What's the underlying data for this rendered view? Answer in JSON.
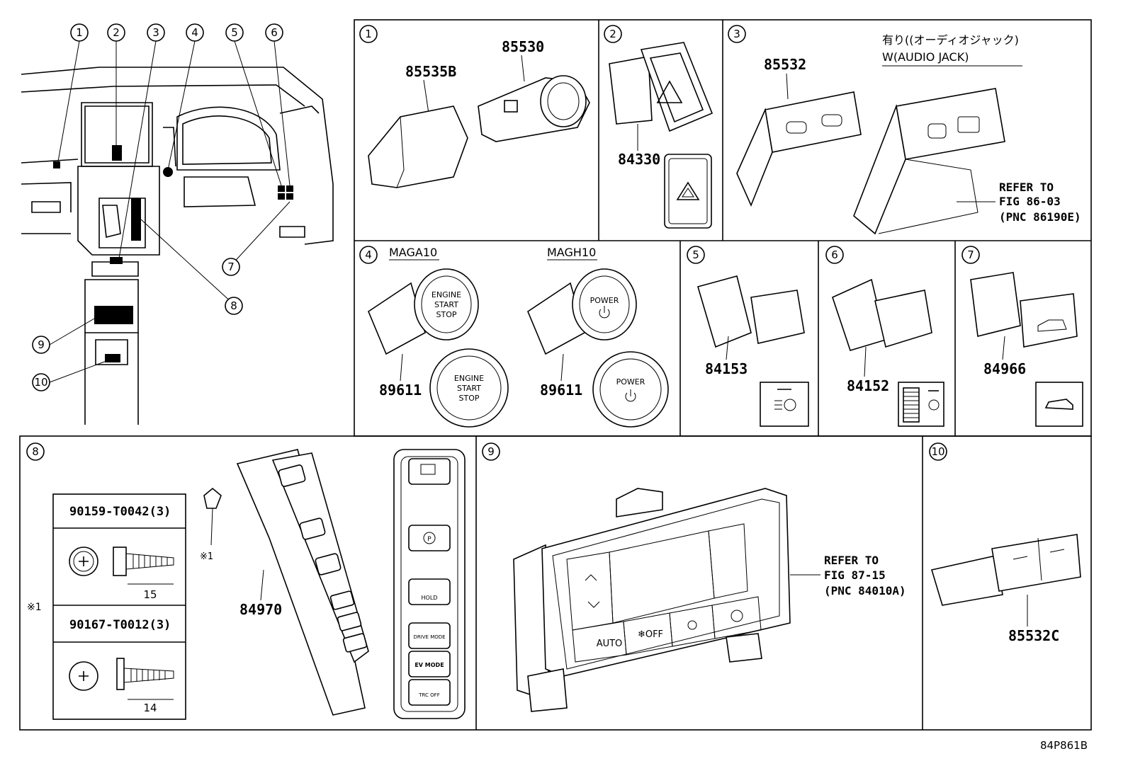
{
  "figure_code": "84P861B",
  "locator": {
    "callouts": [
      "1",
      "2",
      "3",
      "4",
      "5",
      "6",
      "7",
      "8",
      "9",
      "10"
    ]
  },
  "panels": {
    "p1": {
      "num": "1",
      "parts": [
        "85535B",
        "85530"
      ]
    },
    "p2": {
      "num": "2",
      "parts": [
        "84330"
      ]
    },
    "p3": {
      "num": "3",
      "parts": [
        "85532"
      ],
      "note_jp": "有り((オーディオジャック)",
      "note_en": "W(AUDIO JACK)",
      "refer": [
        "REFER TO",
        "FIG 86-03",
        "(PNC 86190E)"
      ]
    },
    "p4": {
      "num": "4",
      "model_a": "MAGA10",
      "model_b": "MAGH10",
      "parts": [
        "89611",
        "89611"
      ],
      "btn_a": [
        "ENGINE",
        "START",
        "STOP"
      ],
      "btn_b": "POWER"
    },
    "p5": {
      "num": "5",
      "parts": [
        "84153"
      ]
    },
    "p6": {
      "num": "6",
      "parts": [
        "84152"
      ]
    },
    "p7": {
      "num": "7",
      "parts": [
        "84966"
      ]
    },
    "p8": {
      "num": "8",
      "parts": [
        "84970"
      ],
      "bolt1": "90159-T0042(3)",
      "bolt1_len": "15",
      "bolt2": "90167-T0012(3)",
      "bolt2_len": "14",
      "note_mark": "※1",
      "note_mark_small": "※1",
      "strip_labels": [
        "P",
        "HOLD",
        "DRIVE MODE",
        "EV MODE",
        "TRC OFF"
      ]
    },
    "p9": {
      "num": "9",
      "refer": [
        "REFER TO",
        "FIG 87-15",
        "(PNC 84010A)"
      ],
      "auto": "AUTO",
      "off": "❄OFF"
    },
    "p10": {
      "num": "10",
      "parts": [
        "85532C"
      ]
    }
  },
  "icons": [
    "hazard-icon",
    "headlight-leveling-icon",
    "fog-lamp-icon",
    "back-door-icon",
    "fan-icon",
    "power-symbol-icon",
    "usb-icon",
    "parking-brake-icon"
  ]
}
